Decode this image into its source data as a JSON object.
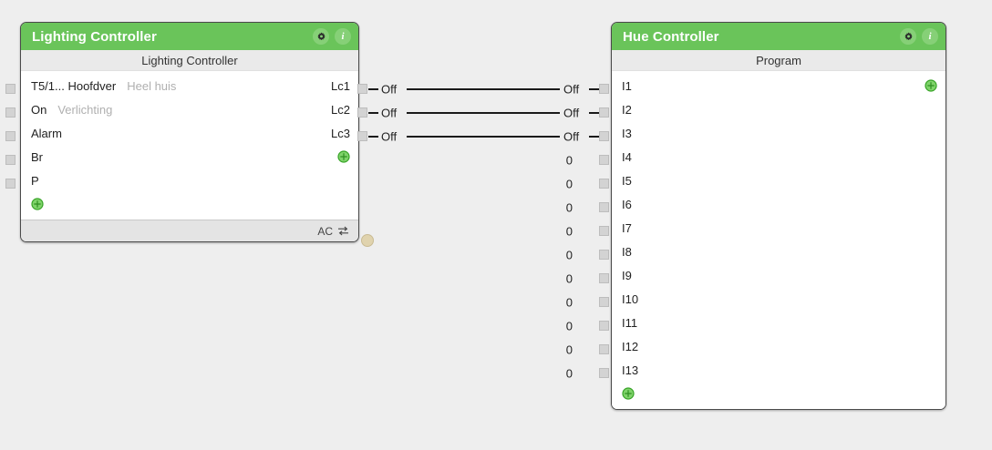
{
  "canvas": {
    "background": "#eeeeee",
    "accent_green": "#6ac45a",
    "wire_color": "#1a1a1a"
  },
  "nodes": [
    {
      "id": "lighting-controller",
      "title": "Lighting Controller",
      "subtitle": "Lighting Controller",
      "header_icons": [
        {
          "name": "gear-icon",
          "glyph": "gear"
        },
        {
          "name": "info-icon",
          "glyph": "i"
        }
      ],
      "rows": [
        {
          "name": "T5/1... Hoofdver",
          "desc": "Heel huis",
          "out": "Lc1",
          "has_input_port": true
        },
        {
          "name": "On",
          "desc": "Verlichting",
          "out": "Lc2",
          "has_input_port": true
        },
        {
          "name": "Alarm",
          "desc": "",
          "out": "Lc3",
          "has_input_port": true
        },
        {
          "name": "Br",
          "desc": "",
          "out": "",
          "has_input_port": true,
          "out_add": true
        },
        {
          "name": "P",
          "desc": "",
          "out": "",
          "has_input_port": true
        }
      ],
      "add_row_label": "add-input",
      "footer": {
        "label": "AC",
        "icon": "swap-icon"
      }
    },
    {
      "id": "hue-controller",
      "title": "Hue Controller",
      "subtitle": "Program",
      "header_icons": [
        {
          "name": "gear-icon",
          "glyph": "gear"
        },
        {
          "name": "info-icon",
          "glyph": "i"
        }
      ],
      "rows": [
        {
          "name": "I1",
          "value": "Off",
          "connected": true,
          "out_add": true
        },
        {
          "name": "I2",
          "value": "Off",
          "connected": true
        },
        {
          "name": "I3",
          "value": "Off",
          "connected": true
        },
        {
          "name": "I4",
          "value": "0",
          "connected": false
        },
        {
          "name": "I5",
          "value": "0",
          "connected": false
        },
        {
          "name": "I6",
          "value": "0",
          "connected": false
        },
        {
          "name": "I7",
          "value": "0",
          "connected": false
        },
        {
          "name": "I8",
          "value": "0",
          "connected": false
        },
        {
          "name": "I9",
          "value": "0",
          "connected": false
        },
        {
          "name": "I10",
          "value": "0",
          "connected": false
        },
        {
          "name": "I11",
          "value": "0",
          "connected": false
        },
        {
          "name": "I12",
          "value": "0",
          "connected": false
        },
        {
          "name": "I13",
          "value": "0",
          "connected": false
        }
      ],
      "add_row_label": "add-input"
    }
  ],
  "connections": [
    {
      "from": "Lc1",
      "to": "I1",
      "source_label": "Off",
      "target_label": "Off"
    },
    {
      "from": "Lc2",
      "to": "I2",
      "source_label": "Off",
      "target_label": "Off"
    },
    {
      "from": "Lc3",
      "to": "I3",
      "source_label": "Off",
      "target_label": "Off"
    }
  ]
}
